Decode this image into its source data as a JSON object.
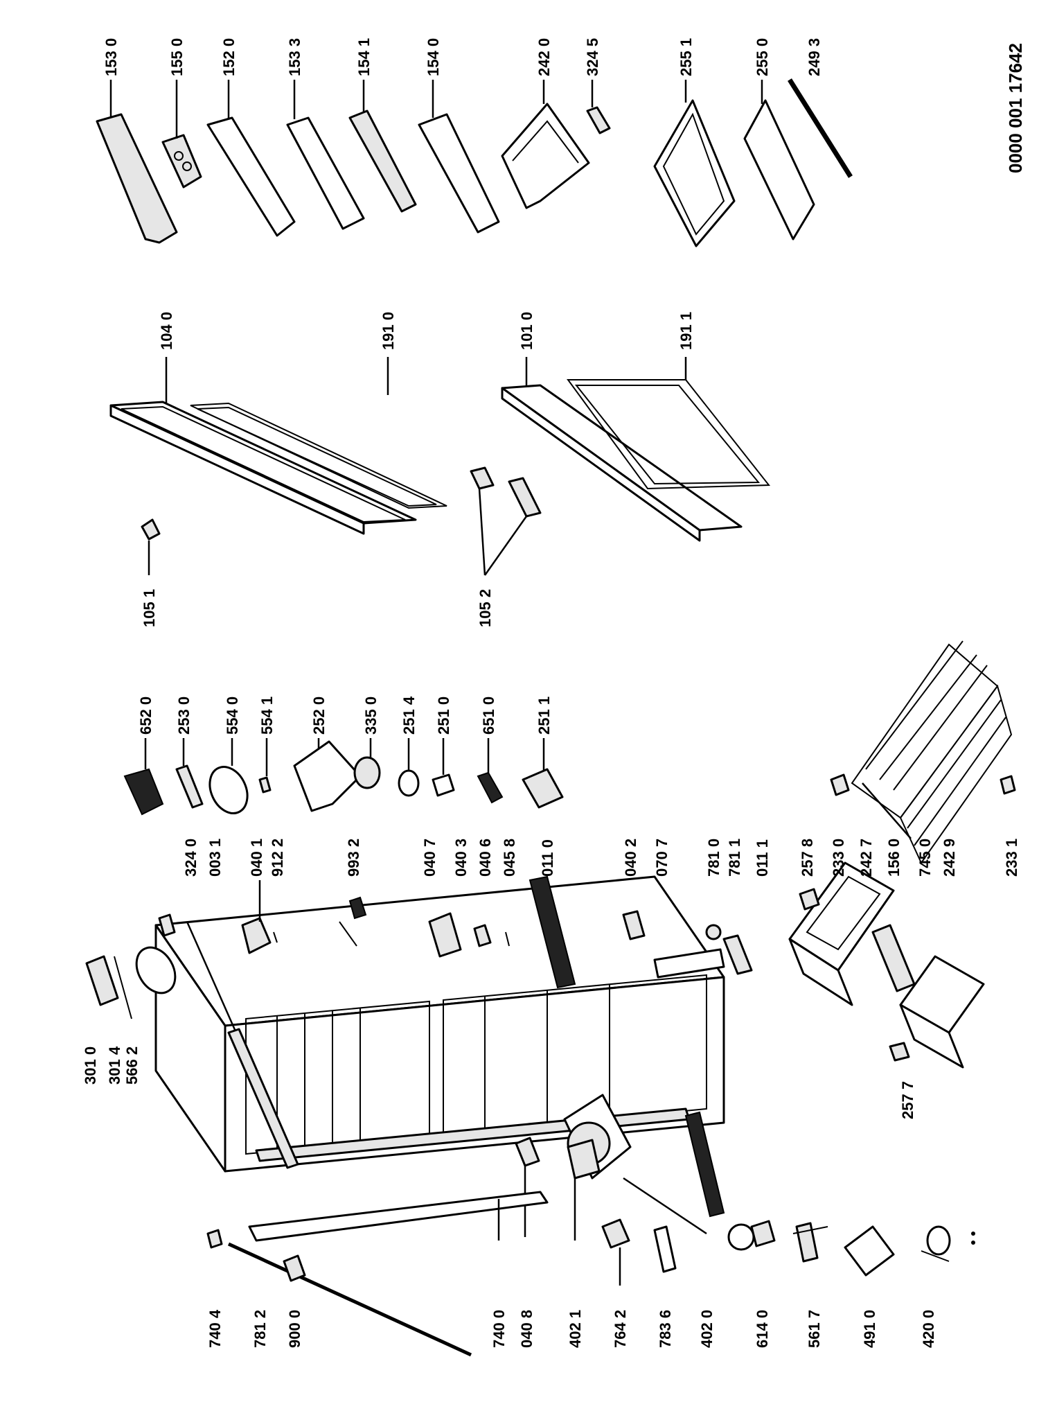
{
  "document_number": "0000 001 17642",
  "labels": {
    "p153_0": "153 0",
    "p155_0": "155 0",
    "p152_0": "152 0",
    "p153_3": "153 3",
    "p154_1": "154 1",
    "p154_0": "154 0",
    "p242_0": "242 0",
    "p324_5": "324 5",
    "p255_1": "255 1",
    "p255_0": "255 0",
    "p249_3": "249 3",
    "p104_0": "104 0",
    "p191_0": "191 0",
    "p101_0": "101 0",
    "p191_1": "191 1",
    "p105_1": "105 1",
    "p105_2": "105 2",
    "p652_0": "652 0",
    "p253_0": "253 0",
    "p554_0": "554 0",
    "p554_1": "554 1",
    "p252_0": "252 0",
    "p335_0": "335 0",
    "p251_4": "251 4",
    "p251_0": "251 0",
    "p651_0": "651 0",
    "p251_1": "251 1",
    "p324_0": "324 0",
    "p003_1": "003 1",
    "p040_1": "040 1",
    "p912_2": "912 2",
    "p993_2": "993 2",
    "p040_7": "040 7",
    "p040_3": "040 3",
    "p040_6": "040 6",
    "p045_8": "045 8",
    "p011_0": "011 0",
    "p040_2": "040 2",
    "p070_7": "070 7",
    "p781_0": "781 0",
    "p781_1": "781 1",
    "p011_1": "011 1",
    "p257_8": "257 8",
    "p233_0": "233 0",
    "p242_7": "242 7",
    "p156_0": "156 0",
    "p745_0": "745 0",
    "p242_9": "242 9",
    "p233_1": "233 1",
    "p301_0": "301 0",
    "p301_4": "301 4",
    "p566_2": "566 2",
    "p257_7": "257 7",
    "p740_4": "740 4",
    "p781_2": "781 2",
    "p900_0": "900 0",
    "p740_0": "740 0",
    "p040_8": "040 8",
    "p402_1": "402 1",
    "p764_2": "764 2",
    "p783_6": "783 6",
    "p402_0": "402 0",
    "p614_0": "614 0",
    "p561_7": "561 7",
    "p491_0": "491 0",
    "p420_0": "420 0"
  }
}
